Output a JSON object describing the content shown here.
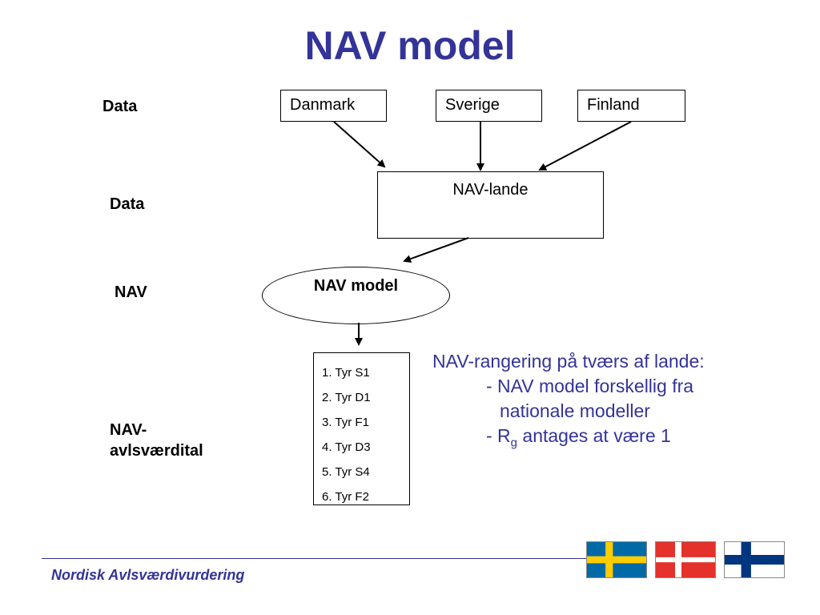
{
  "title": "NAV model",
  "row_labels": {
    "data_1": "Data",
    "data_2": "Data",
    "nav": "NAV",
    "nav_ebv_1": "NAV-",
    "nav_ebv_2": "avlsværdital"
  },
  "countries": [
    "Danmark",
    "Sverige",
    "Finland"
  ],
  "nav_lande": "NAV-lande",
  "nav_model": "NAV model",
  "ranking": [
    "1. Tyr S1",
    "2. Tyr D1",
    "3. Tyr F1",
    "4. Tyr D3",
    "5. Tyr S4",
    "6. Tyr F2"
  ],
  "note": {
    "line1": "NAV-rangering på tværs af lande:",
    "line2": "- NAV model forskellig fra",
    "line3": "nationale modeller",
    "line4_prefix": "- R",
    "line4_sub": "g",
    "line4_suffix": " antages at være 1"
  },
  "footer": "Nordisk Avlsværdivurdering",
  "flags": [
    "sweden-flag",
    "denmark-flag",
    "finland-flag"
  ],
  "colors": {
    "title": "#333399",
    "sweden_blue": "#006AA7",
    "sweden_yellow": "#FECC00",
    "denmark_red": "#E4312B",
    "finland_blue": "#003580"
  }
}
